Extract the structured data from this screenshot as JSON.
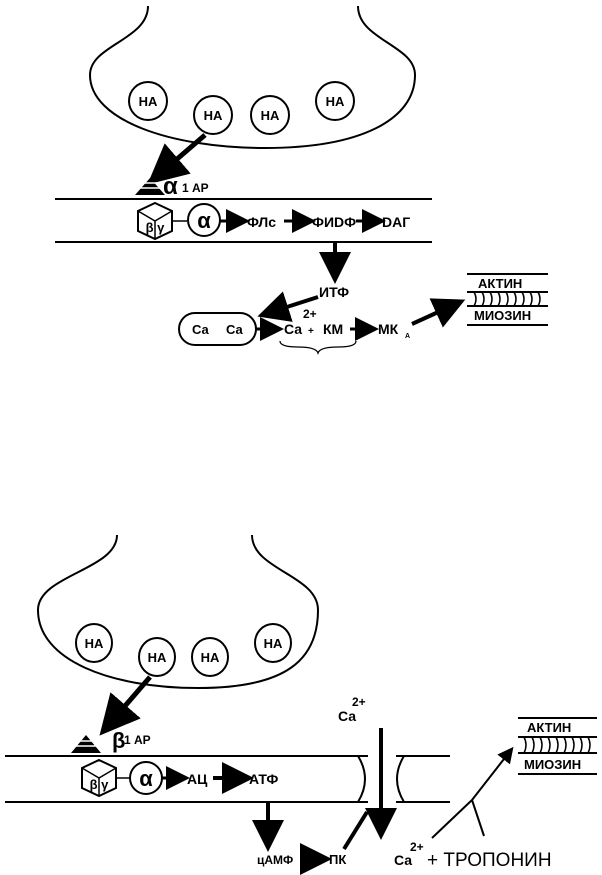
{
  "colors": {
    "ink": "#000000",
    "paper": "#ffffff"
  },
  "top": {
    "vesicles": [
      "НА",
      "НА",
      "НА",
      "НА"
    ],
    "receptor": "1 АР",
    "alpha": "α",
    "g_protein": "β γ",
    "chain": [
      "ФЛс",
      "ФИDФ",
      "DАГ"
    ],
    "itf": "ИТФ",
    "store": [
      "Са",
      "Са"
    ],
    "ca_ion": "Са",
    "plus": "+",
    "charge": "2+",
    "km": "КМ",
    "mka": "МК",
    "mka_sub": "А",
    "actin": "АКТИН",
    "myosin": "МИОЗИН"
  },
  "bottom": {
    "vesicles": [
      "НА",
      "НА",
      "НА",
      "НА"
    ],
    "receptor": "1 АР",
    "beta": "β",
    "alpha": "α",
    "g_protein": "β γ",
    "ac": "АЦ",
    "atf": "АТФ",
    "camp": "цАМФ",
    "pk": "ПК",
    "ca_top": "Са",
    "charge_top": "2+",
    "ca_bottom": "Са",
    "charge_bottom": "2+",
    "troponin": "+ ТРОПОНИН",
    "actin": "АКТИН",
    "myosin": "МИОЗИН"
  }
}
